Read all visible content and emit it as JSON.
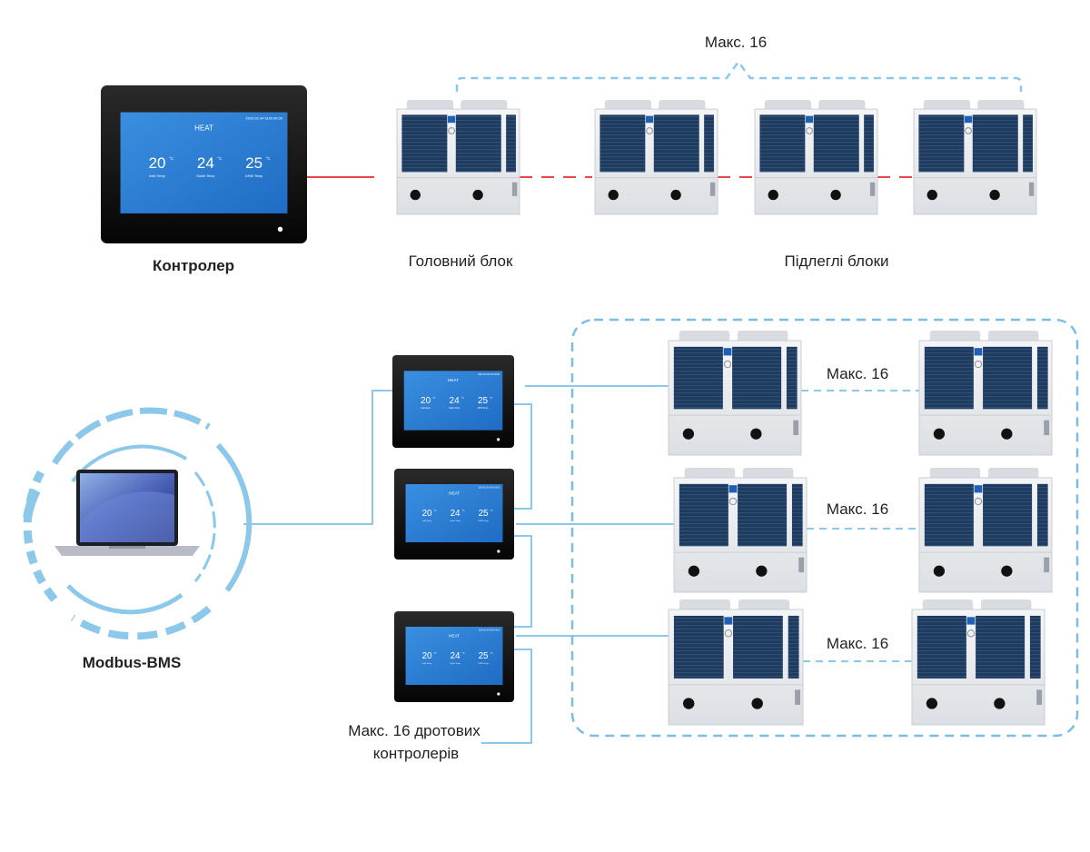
{
  "labels": {
    "top_max": "Макс. 16",
    "controller": "Контролер",
    "master_unit": "Головний блок",
    "slave_units": "Підлеглі блоки",
    "bms": "Modbus-BMS",
    "row1_max": "Макс. 16",
    "row2_max": "Макс. 16",
    "row3_max": "Макс. 16",
    "wired_line1": "Макс. 16 дротових",
    "wired_line2": "контролерів"
  },
  "controller_screen": {
    "mode": "HEAT",
    "date": "2024.02.04 SUN 09:05",
    "temps": [
      {
        "value": "20",
        "unit": "°C",
        "label": "Inlet Temp"
      },
      {
        "value": "24",
        "unit": "°C",
        "label": "Outlet Temp"
      },
      {
        "value": "25",
        "unit": "°C",
        "label": "DHW Temp"
      }
    ]
  },
  "colors": {
    "red_link": "#e8464b",
    "blue_link": "#8cc8ea",
    "dashed_blue": "#7cbde6",
    "screen_blue": "#2f7fd6",
    "bezel": "#111111",
    "fan_blue": "#1f3a5c",
    "unit_body": "#eef0f2"
  }
}
